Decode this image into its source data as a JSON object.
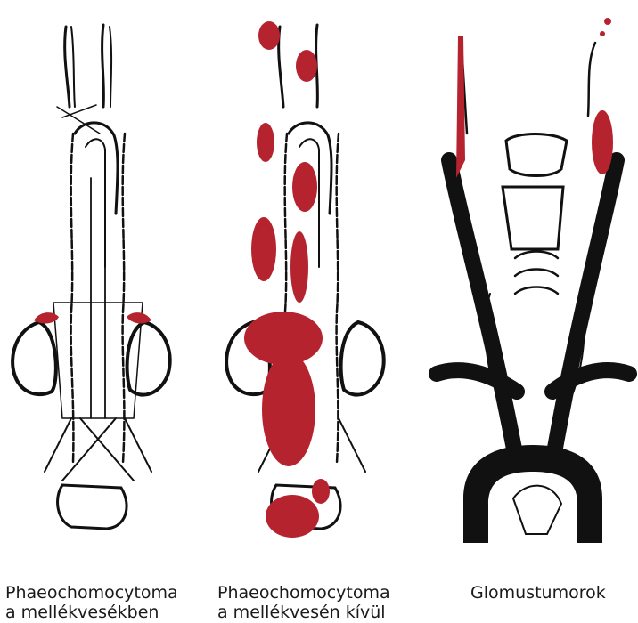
{
  "colors": {
    "ink": "#111111",
    "tumor": "#b5232f",
    "background": "#ffffff"
  },
  "captions": [
    {
      "line1": "Phaeochomocytoma",
      "line2": "a mellékvesékben"
    },
    {
      "line1": "Phaeochomocytoma",
      "line2": "a mellékvesén kívül"
    },
    {
      "line1": "Glomustumorok",
      "line2": ""
    }
  ]
}
